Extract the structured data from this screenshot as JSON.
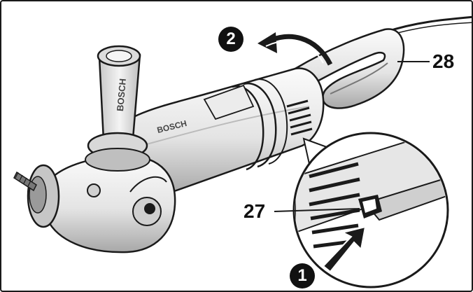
{
  "figure": {
    "callouts": [
      {
        "id": "28",
        "label": "28"
      },
      {
        "id": "27",
        "label": "27"
      }
    ],
    "steps": [
      {
        "id": "1",
        "label": "1"
      },
      {
        "id": "2",
        "label": "2"
      }
    ],
    "brand_text": "BOSCH",
    "colors": {
      "outline": "#1a1a1a",
      "body_light": "#f2f2f2",
      "body_mid": "#d6d6d6",
      "body_dark": "#9a9a9a",
      "ink": "#111111"
    }
  }
}
